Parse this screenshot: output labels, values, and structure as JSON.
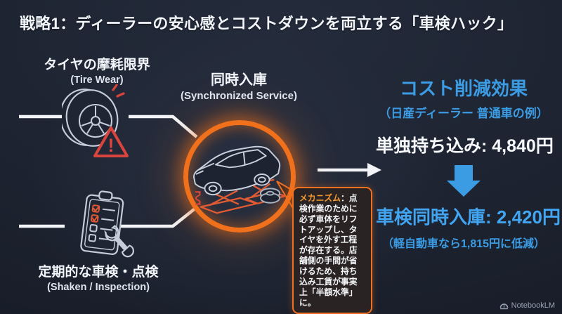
{
  "title": "戦略1：ディーラーの安心感とコストダウンを両立する「車検ハック」",
  "nodes": {
    "tire": {
      "label": "タイヤの摩耗限界",
      "sublabel": "(Tire Wear)"
    },
    "inspection": {
      "label": "定期的な車検・点検",
      "sublabel": "(Shaken / Inspection)"
    },
    "center": {
      "label": "同時入庫",
      "sublabel": "(Synchronized Service)"
    }
  },
  "mechanism": {
    "highlight": "メカニズム",
    "text": "：点検作業のために必ず車体をリフトアップし、タイヤを外す工程が存在する。店舗側の手間が省けるため、持ち込み工賃が事実上「半額水準」に。"
  },
  "cost": {
    "heading": "コスト削減効果",
    "subheading": "（日産ディーラー 普通車の例）",
    "before": "単独持ち込み: 4,840円",
    "after": "車検同時入庫: 2,420円",
    "note": "（軽自動車なら1,815円に低減）"
  },
  "footer": {
    "brand": "NotebookLM"
  },
  "icons": {
    "tire": "tire-icon",
    "warning": "warning-triangle-icon",
    "checklist": "checklist-wrench-icon",
    "car_lift": "car-on-lift-icon",
    "down_arrow": "down-arrow-icon",
    "flow_arrow": "right-arrow-icon",
    "brand": "notebooklm-logo-icon"
  },
  "colors": {
    "background": "#1d2330",
    "accent_blue": "#3b9ce4",
    "accent_blue_bright": "#42a5f2",
    "accent_orange": "#f0701c",
    "warning_red": "#d9453c",
    "line_white": "#f2f4f8"
  }
}
